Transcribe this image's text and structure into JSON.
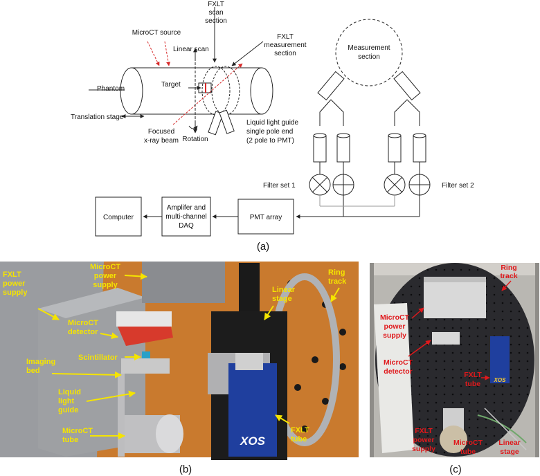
{
  "panel_a": {
    "labels": {
      "fxlt_scan_section": [
        "FXLT",
        "scan",
        "section"
      ],
      "microct_source": "MicroCT source",
      "linear_scan": "Linear scan",
      "fxlt_measurement_section": [
        "FXLT",
        "measurement",
        "section"
      ],
      "measurement_section": [
        "Measurement",
        "section"
      ],
      "phantom": "Phantom",
      "target": "Target",
      "translation_stage": "Translation stage",
      "focused_xray_beam": [
        "Focused",
        "x-ray beam"
      ],
      "rotation": "Rotation",
      "liquid_light_guide": [
        "Liquid light guide",
        "single pole end",
        "(2 pole to PMT)"
      ],
      "filter_set_1": "Filter set 1",
      "filter_set_2": "Filter set 2",
      "computer": "Computer",
      "amplifier": [
        "Amplifer and",
        "multi-channel",
        "DAQ"
      ],
      "pmt_array": "PMT array"
    },
    "caption": "(a)"
  },
  "panel_b": {
    "labels": {
      "fxlt_power_supply": [
        "FXLT",
        "power",
        "supply"
      ],
      "microct_power_supply": [
        "MicroCT",
        "power",
        "supply"
      ],
      "linear_stage": [
        "Linear",
        "stage"
      ],
      "ring_track": [
        "Ring",
        "track"
      ],
      "microct_detector": [
        "MicroCT",
        "detector"
      ],
      "scintillator": "Scintillator",
      "imaging_bed": [
        "Imaging",
        "bed"
      ],
      "liquid_light_guide": [
        "Liquid",
        "light",
        "guide"
      ],
      "microct_tube": [
        "MicroCT",
        "tube"
      ],
      "fxlt_tube": [
        "FXLT",
        "tube"
      ],
      "xos_logo": "XOS"
    },
    "caption": "(b)"
  },
  "panel_c": {
    "labels": {
      "ring_track": [
        "Ring",
        "track"
      ],
      "microct_power_supply": [
        "MicroCT",
        "power",
        "supply"
      ],
      "microct_detector": [
        "MicroCT",
        "detector"
      ],
      "fxlt_tube": [
        "FXLT",
        "tube"
      ],
      "fxlt_power_supply": [
        "FXLT",
        "power",
        "supply"
      ],
      "microct_tube": [
        "MicroCT",
        "tube"
      ],
      "linear_stage": [
        "Linear",
        "stage"
      ],
      "xos_logo": "XOS"
    },
    "caption": "(c)"
  },
  "colors": {
    "label_yellow": "#f5e400",
    "label_red": "#e0191c",
    "beam_red": "#d62828",
    "ring_orange": "#c97a2e",
    "xos_blue": "#1f3f9e"
  }
}
